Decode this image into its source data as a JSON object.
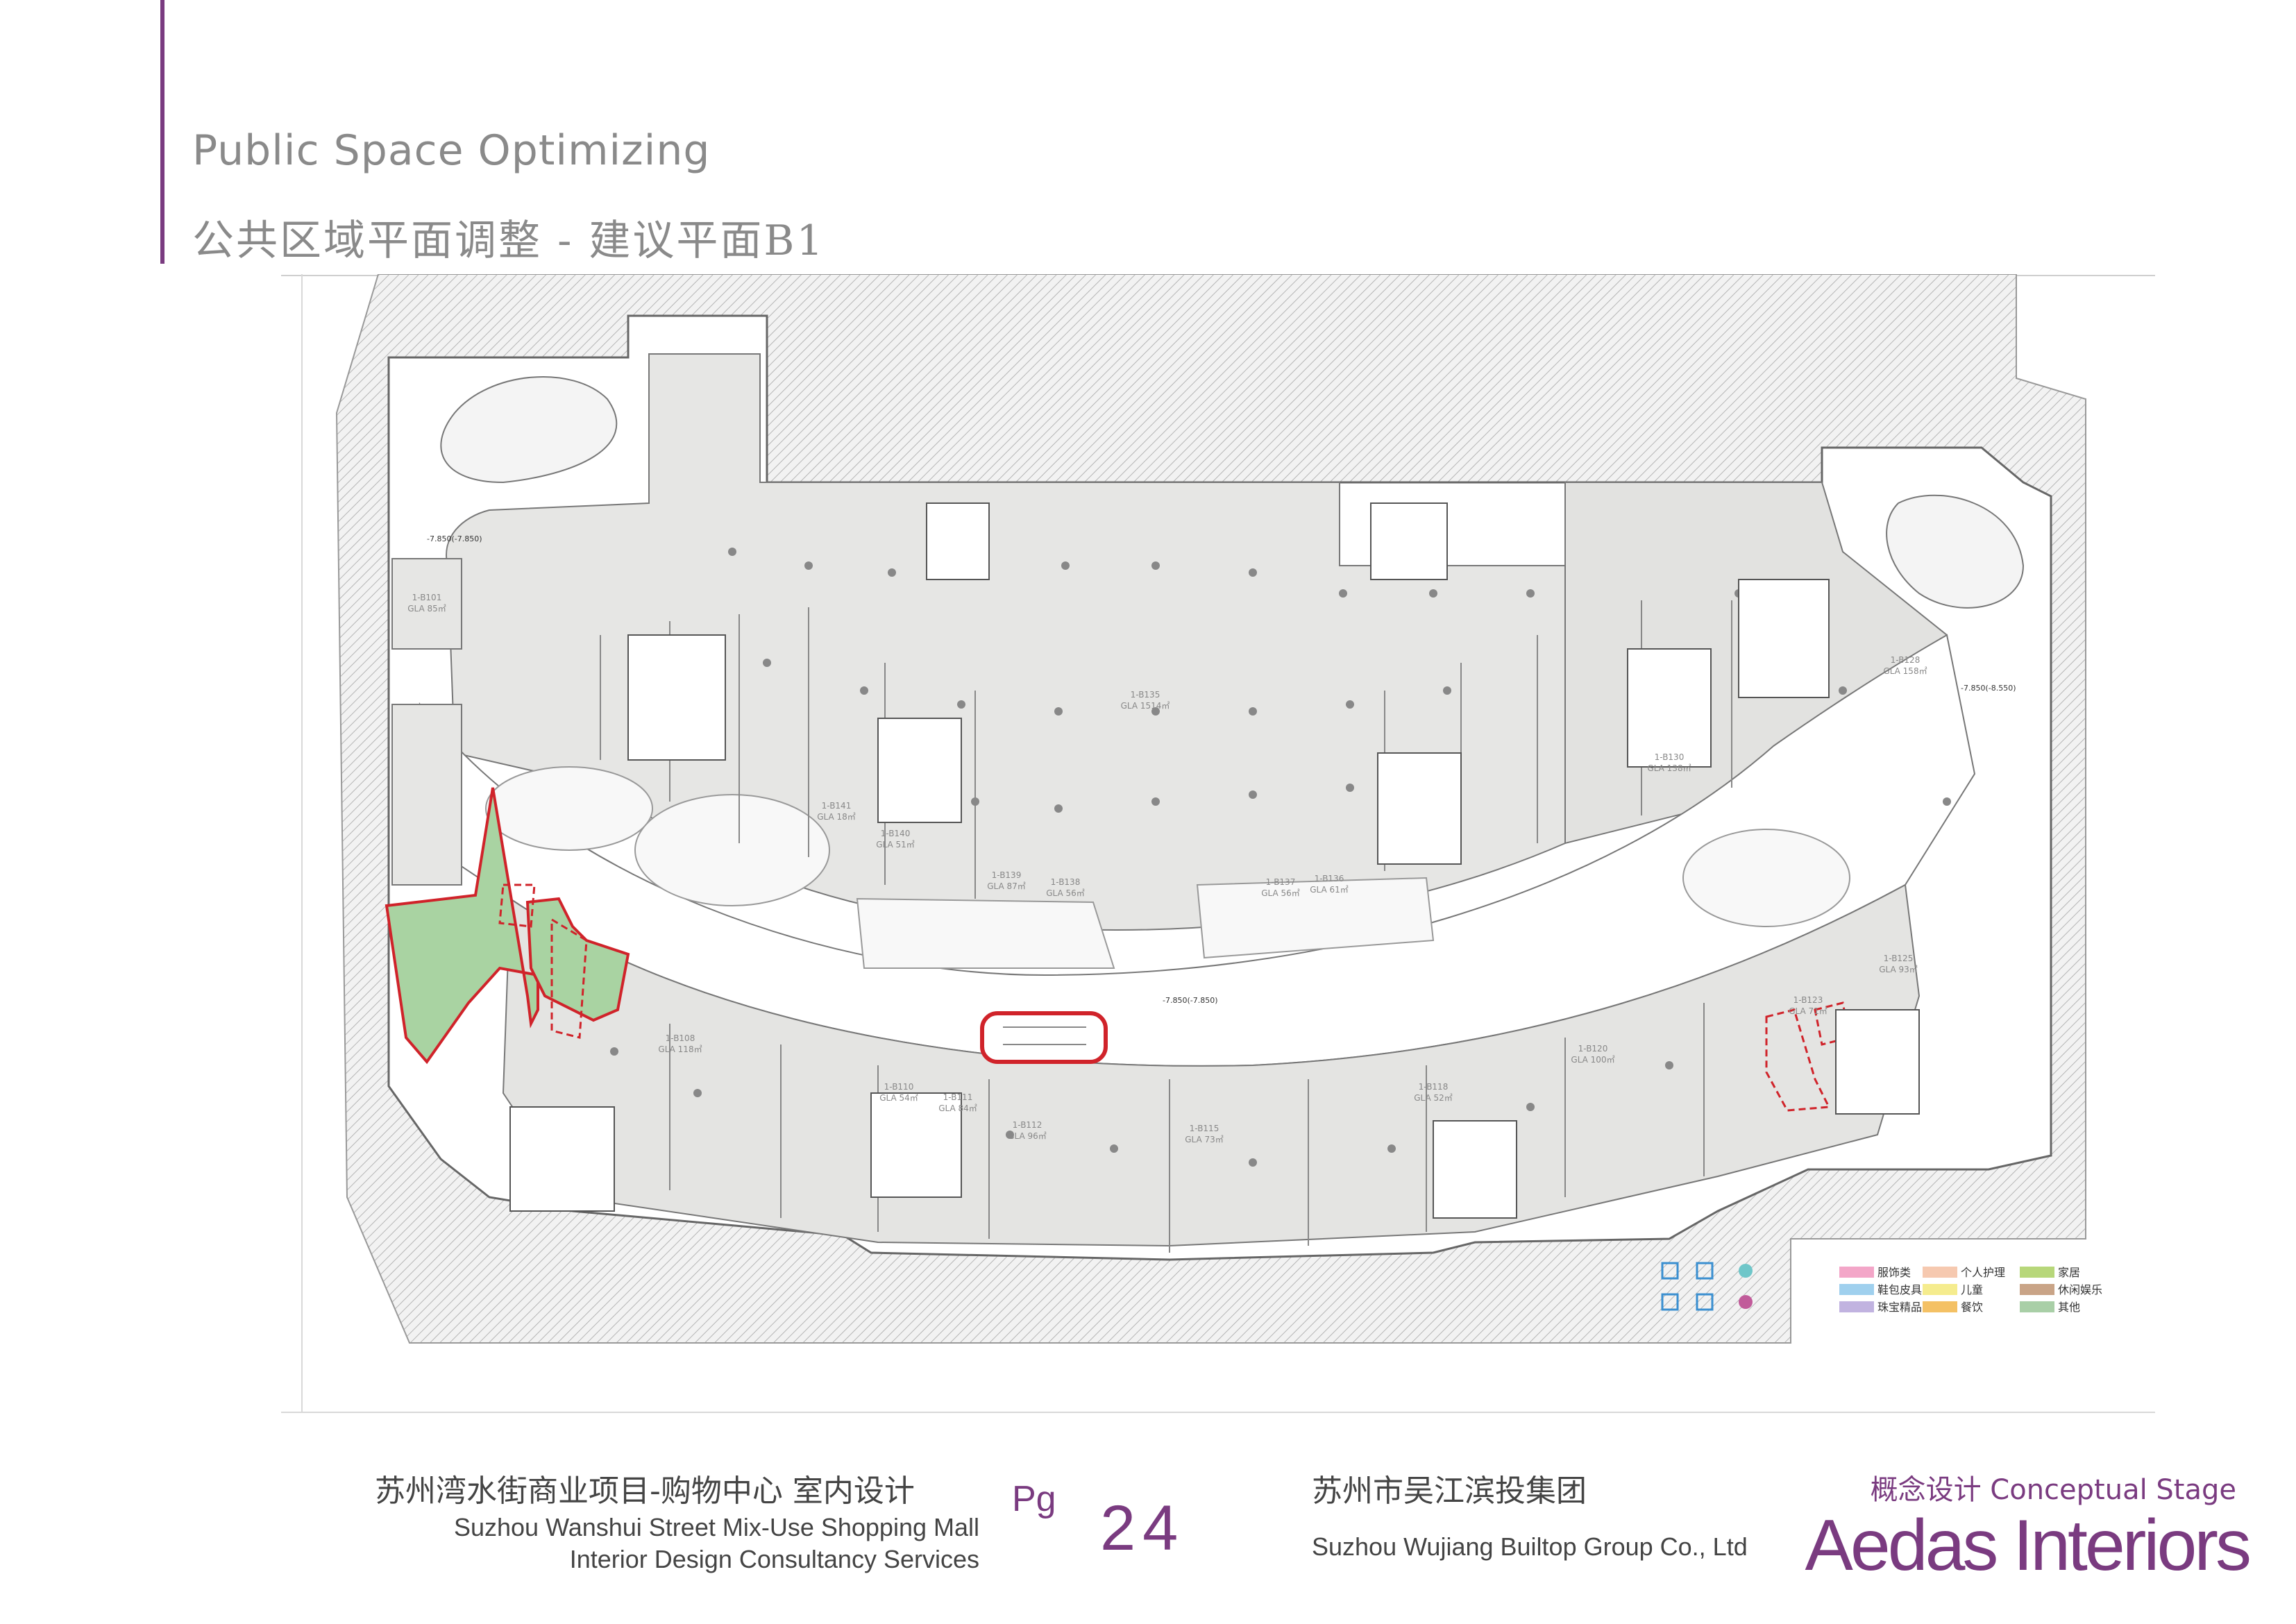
{
  "header": {
    "title_en": "Public Space Optimizing",
    "title_cn": "公共区域平面调整 - 建议平面B1"
  },
  "plan": {
    "units": [
      {
        "id": "1-B101",
        "gla": "GLA 85㎡"
      },
      {
        "id": "1-B141",
        "gla": "GLA 18㎡"
      },
      {
        "id": "1-B140",
        "gla": "GLA 51㎡"
      },
      {
        "id": "1-B139",
        "gla": "GLA 87㎡"
      },
      {
        "id": "1-B138",
        "gla": "GLA 56㎡"
      },
      {
        "id": "1-B137",
        "gla": "GLA 56㎡"
      },
      {
        "id": "1-B136",
        "gla": "GLA 61㎡"
      },
      {
        "id": "1-B135",
        "gla": "GLA 1514㎡"
      },
      {
        "id": "1-B130",
        "gla": "GLA 138㎡"
      },
      {
        "id": "1-B128",
        "gla": "GLA 158㎡"
      },
      {
        "id": "1-B125",
        "gla": "GLA 93㎡"
      },
      {
        "id": "1-B123",
        "gla": "GLA 71㎡"
      },
      {
        "id": "1-B120",
        "gla": "GLA 100㎡"
      },
      {
        "id": "1-B118",
        "gla": "GLA 52㎡"
      },
      {
        "id": "1-B115",
        "gla": "GLA 73㎡"
      },
      {
        "id": "1-B112",
        "gla": "GLA 96㎡"
      },
      {
        "id": "1-B111",
        "gla": "GLA 84㎡"
      },
      {
        "id": "1-B110",
        "gla": "GLA 54㎡"
      },
      {
        "id": "1-B108",
        "gla": "GLA 118㎡"
      }
    ],
    "elevations": [
      "-7.850(-7.850)",
      "-7.850(-8.550)",
      "-7.850(-7.850)"
    ],
    "legend": [
      {
        "label": "服饰类",
        "color": "#f3a6c8"
      },
      {
        "label": "个人护理",
        "color": "#f6c9b0"
      },
      {
        "label": "家居",
        "color": "#b7d77a"
      },
      {
        "label": "鞋包皮具",
        "color": "#9fd0ee"
      },
      {
        "label": "儿童",
        "color": "#f5ec8e"
      },
      {
        "label": "休闲娱乐",
        "color": "#c9a487"
      },
      {
        "label": "珠宝精品",
        "color": "#c1b3e0"
      },
      {
        "label": "餐饮",
        "color": "#f4c165"
      },
      {
        "label": "其他",
        "color": "#a9cfa7"
      }
    ]
  },
  "footer": {
    "project_cn": "苏州湾水街商业项目-购物中心 室内设计",
    "project_en_1": "Suzhou Wanshui Street Mix-Use Shopping Mall",
    "project_en_2": "Interior Design Consultancy Services",
    "page_label": "Pg",
    "page_number": "24",
    "client_cn": "苏州市吴江滨投集团",
    "client_en": "Suzhou Wujiang Builtop Group Co., Ltd",
    "stage": "概念设计 Conceptual Stage",
    "brand": "Aedas Interiors"
  },
  "colors": {
    "accent": "#7a3b80",
    "highlight": "#d0232a",
    "green_zone": "#a9d3a2",
    "unit_fill": "#e6e6e4"
  }
}
